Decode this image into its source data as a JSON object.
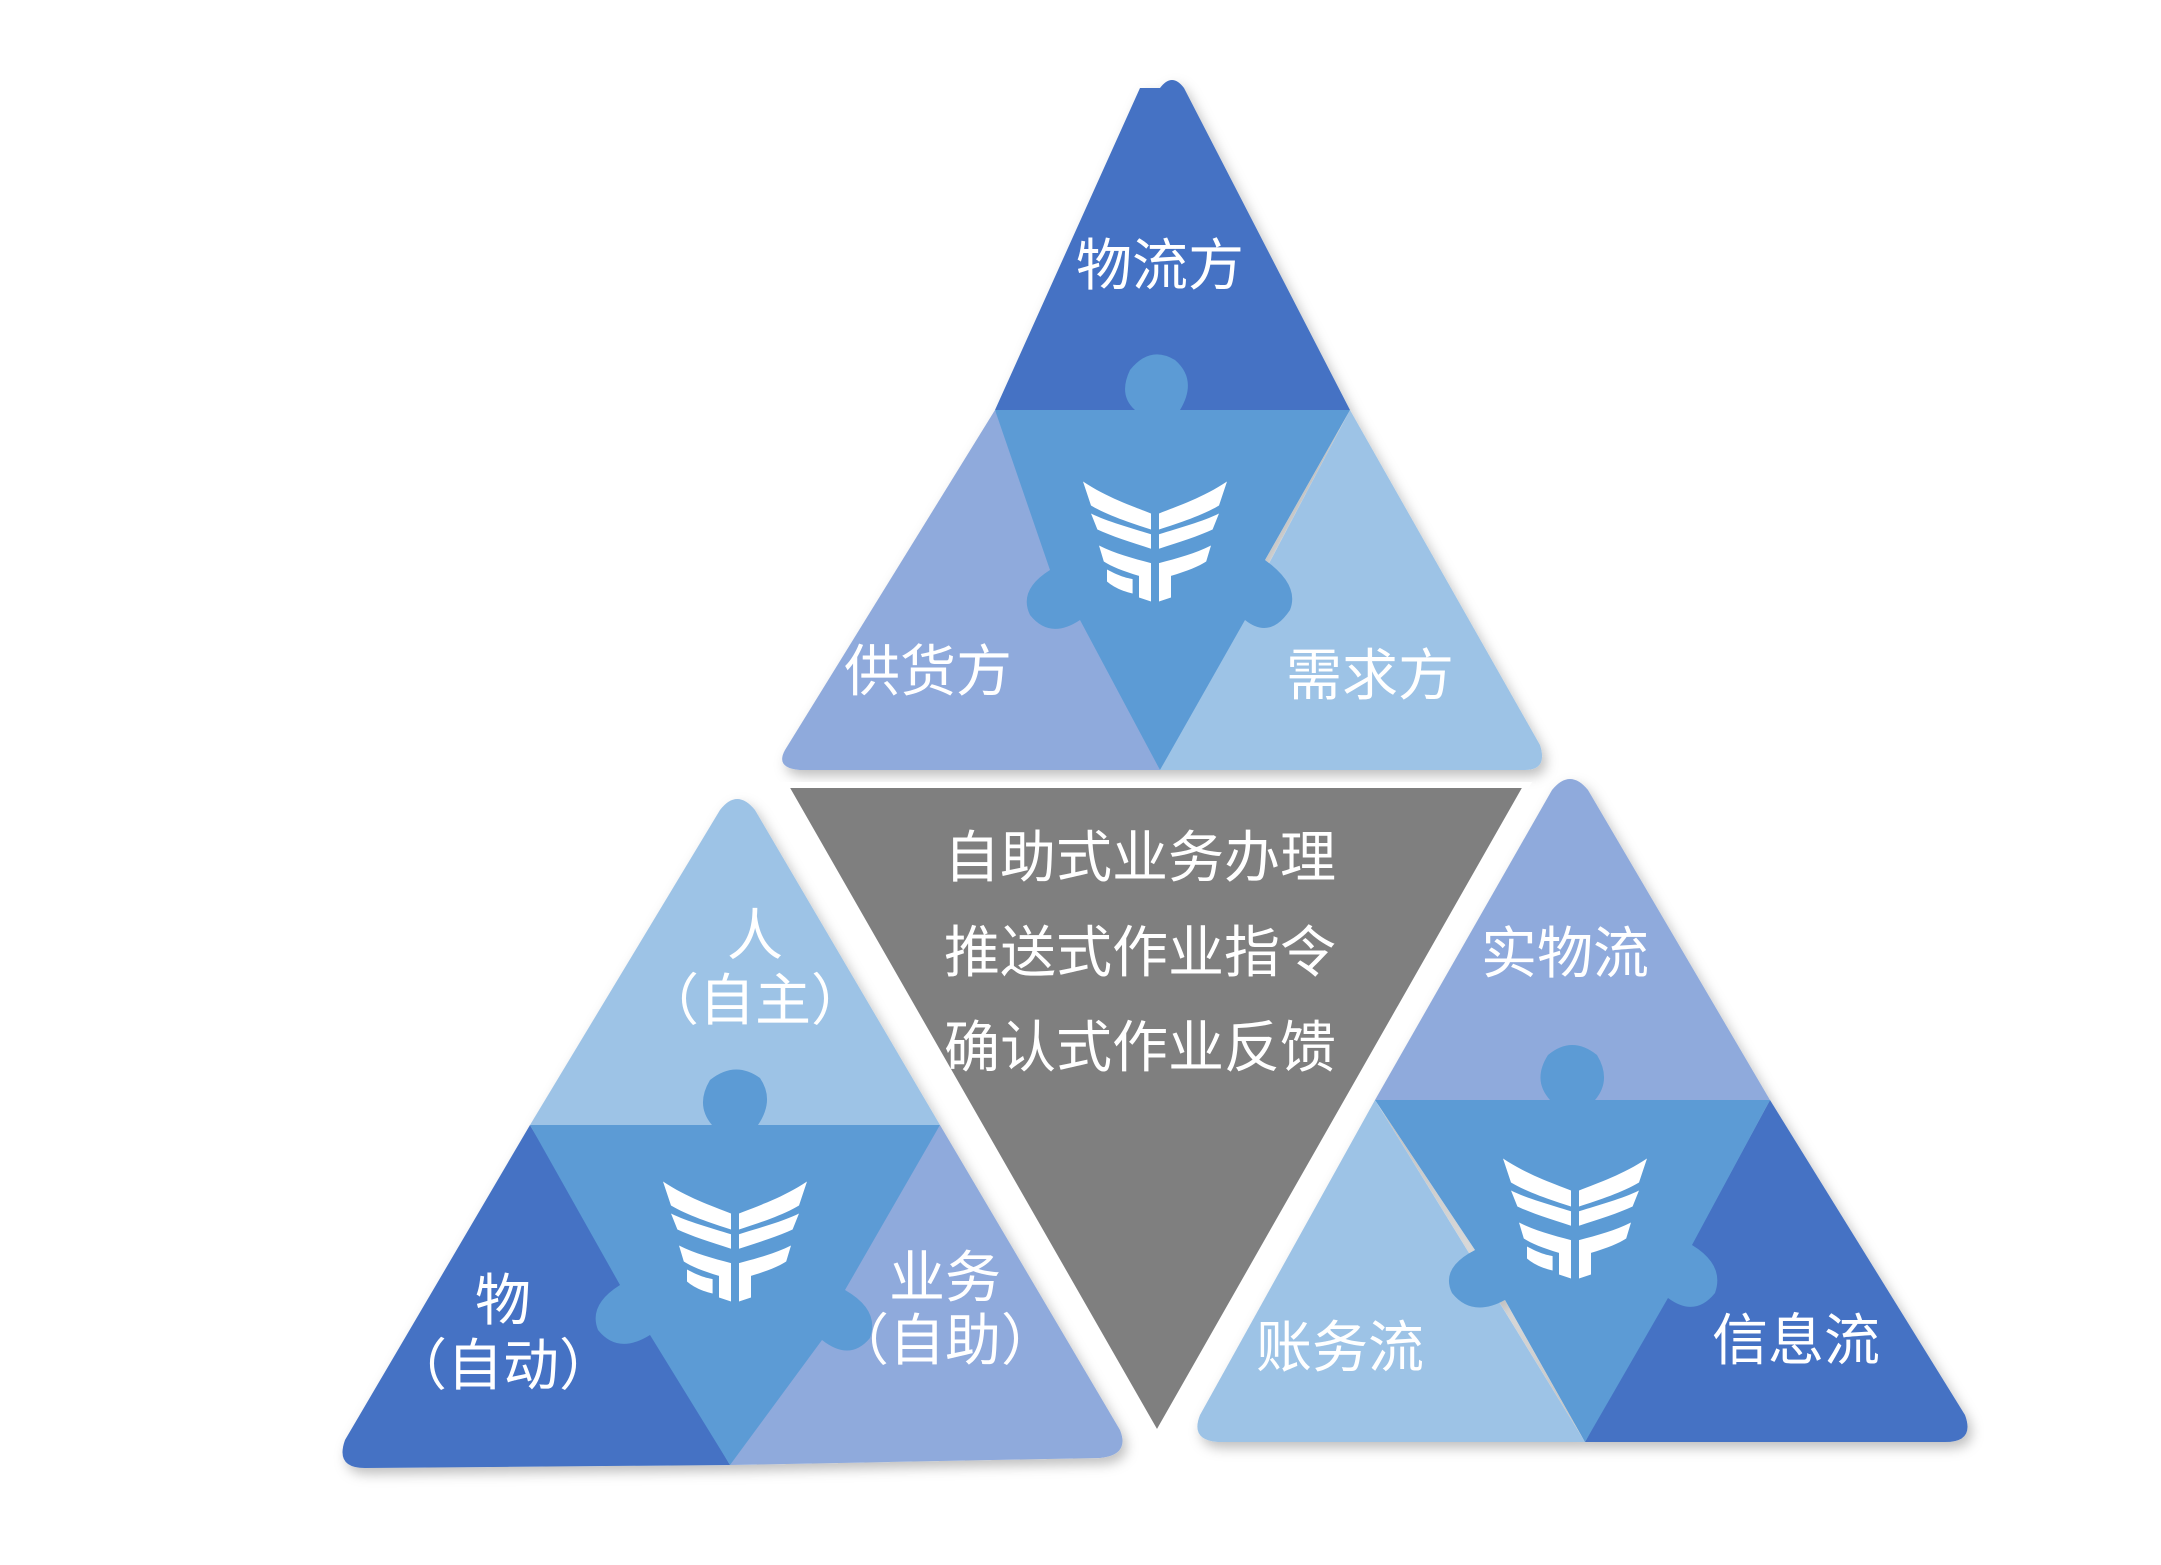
{
  "colors": {
    "dark": "#4472C4",
    "mid": "#5B9BD5",
    "light": "#9DC3E6",
    "lavender": "#8FAADC",
    "center": "#7F7F7F",
    "text": "#FFFFFF"
  },
  "logo_icon": "winged-af-logo-icon",
  "top": {
    "top_label": "物流方",
    "left_label": "供货方",
    "right_label": "需求方"
  },
  "left": {
    "top_label": [
      "人",
      "（自主）"
    ],
    "left_label": [
      "物",
      "（自动）"
    ],
    "right_label": [
      "业务",
      "（自助）"
    ]
  },
  "right": {
    "top_label": "实物流",
    "left_label": "账务流",
    "right_label": "信息流"
  },
  "center": {
    "lines": [
      "自助式业务办理",
      "推送式作业指令",
      "确认式作业反馈"
    ]
  }
}
